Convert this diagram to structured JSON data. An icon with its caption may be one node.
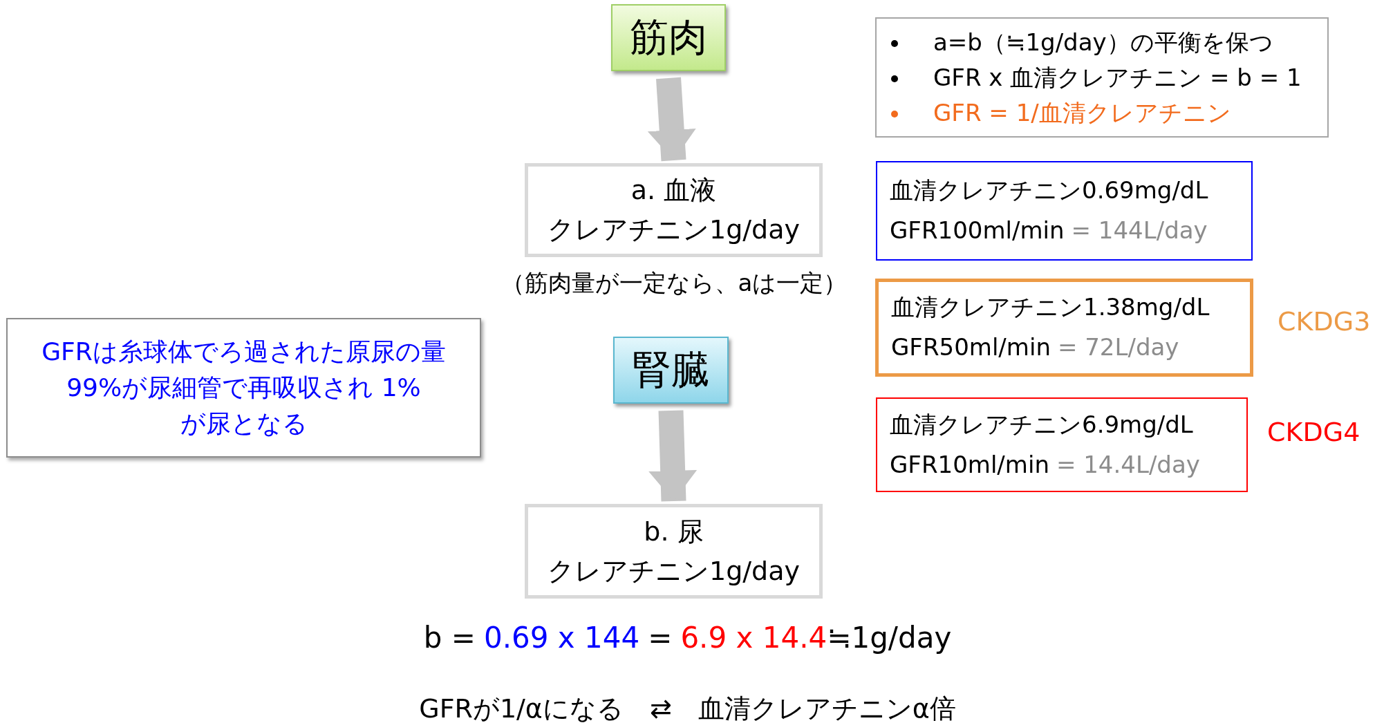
{
  "diagram": {
    "nodes": [
      {
        "text": [
          "筋肉"
        ]
      },
      {
        "text": [
          "a. 血液",
          "クレアチニン1g/day"
        ],
        "beside": [
          "（筋肉量が一定なら、aは一定）"
        ]
      },
      {
        "text": [
          "腎臓"
        ]
      },
      {
        "text": [
          "b. 尿",
          "クレアチニン1g/day"
        ]
      },
      {
        "text": [
          "GFRは糸球体でろ過された原尿の量 99%が尿細管で再吸収され 1%が尿となる"
        ]
      },
      {
        "text": [
          "a=b（≒1g/day）の平衡を保つ",
          "GFR x 血清クレアチニン = b = 1",
          "GFR = 1/血清クレアチニン"
        ]
      },
      {
        "text": [
          "血清クレアチニン0.69mg/dL",
          "GFR100ml/min",
          "= 144L/day"
        ]
      },
      {
        "text": [
          "血清クレアチニン1.38mg/dL",
          "GFR50ml/min",
          "= 72L/day"
        ],
        "beside": [
          "CKDG3"
        ]
      },
      {
        "text": [
          "血清クレアチニン6.9mg/dL",
          "GFR10ml/min",
          "= 14.4L/day"
        ],
        "beside": [
          "CKDG4"
        ]
      }
    ],
    "edges": [
      {
        "from": 0,
        "to": 1,
        "arrow": "to"
      },
      {
        "from": 2,
        "to": 3,
        "arrow": "to"
      }
    ],
    "labels": [
      "b =",
      "0.69 x 144",
      "=",
      "6.9 x 14.4",
      "≒1g/day",
      "GFRが1/αになる　⇄　血清クレアチニンα倍"
    ]
  }
}
